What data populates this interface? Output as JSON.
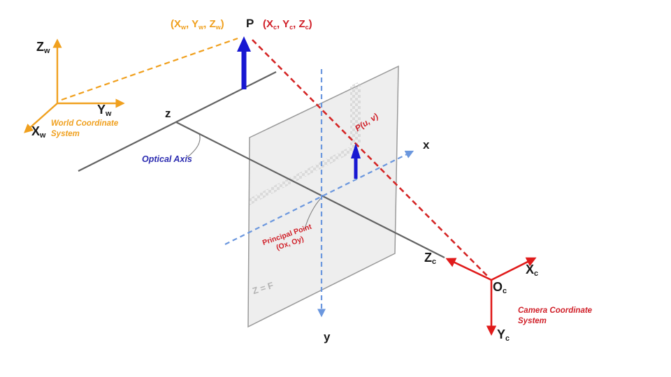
{
  "colors": {
    "orange": "#F0A01E",
    "red_axis": "#E01B1B",
    "red_dash": "#D42525",
    "red_text": "#D01F28",
    "blue_arrow": "#1818D2",
    "axis_blue": "#6B97DE",
    "navy": "#2B2BB0",
    "gray_line": "#636363",
    "plane_fill": "#EDEDED",
    "plane_edge": "#9A9A9A",
    "label_gray": "#B3B3B3",
    "black": "#1A1A1A",
    "checker_gray": "#C9C9C9",
    "leader_gray": "#8A8A8A"
  },
  "world_system": {
    "caption_line1": "World Coordinate",
    "caption_line2": "System",
    "z_axis": [
      {
        "t": "Z",
        "s": "w"
      }
    ],
    "y_axis": [
      {
        "t": "Y",
        "s": "w"
      }
    ],
    "x_axis": [
      {
        "t": "X",
        "s": "w"
      }
    ]
  },
  "point_p": {
    "world_coords": [
      {
        "t": "(X",
        "s": "w"
      },
      {
        "t": ", Y",
        "s": "w"
      },
      {
        "t": ", Z",
        "s": "w"
      },
      {
        "t": ")"
      }
    ],
    "label": "P",
    "camera_coords": [
      {
        "t": "(X",
        "s": "c"
      },
      {
        "t": ", Y",
        "s": "c"
      },
      {
        "t": ", Z",
        "s": "c"
      },
      {
        "t": ")"
      }
    ]
  },
  "scene": {
    "z_label": "z",
    "optical_axis_label": "Optical Axis"
  },
  "image_plane": {
    "x_axis_label": "x",
    "y_axis_label": "y",
    "projected_point_label": "P(u, v)",
    "principal_point_line1": "Principal Point",
    "principal_point_line2": "(Ox, Oy)",
    "focal_plane_label": "Z = F"
  },
  "camera_system": {
    "caption_line1": "Camera Coordinate",
    "caption_line2": "System",
    "z_axis": [
      {
        "t": "Z",
        "s": "c"
      }
    ],
    "x_axis": [
      {
        "t": "X",
        "s": "c"
      }
    ],
    "y_axis": [
      {
        "t": "Y",
        "s": "c"
      }
    ],
    "origin": [
      {
        "t": "O",
        "s": "c"
      }
    ]
  }
}
